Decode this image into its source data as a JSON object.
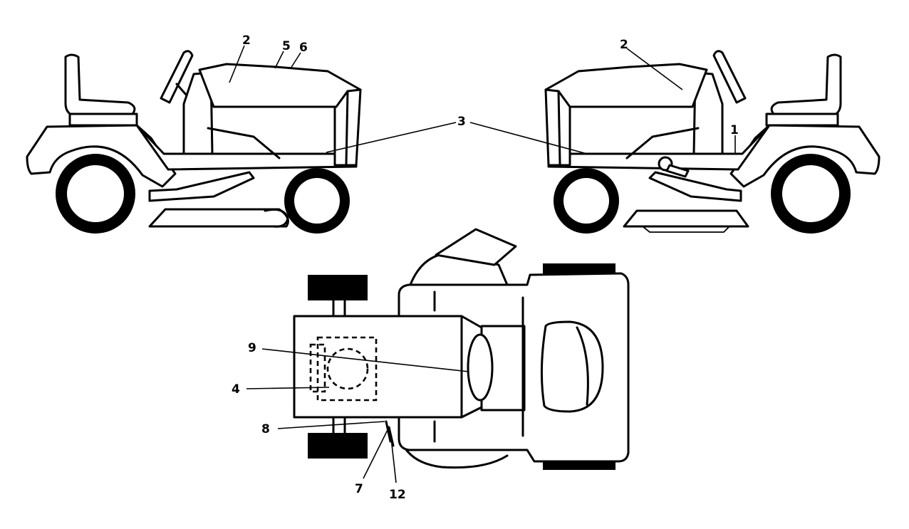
{
  "callouts": {
    "c1": "1",
    "c2a": "2",
    "c2b": "2",
    "c3": "3",
    "c4": "4",
    "c5": "5",
    "c6": "6",
    "c7": "7",
    "c8": "8",
    "c9": "9",
    "c12": "12"
  }
}
